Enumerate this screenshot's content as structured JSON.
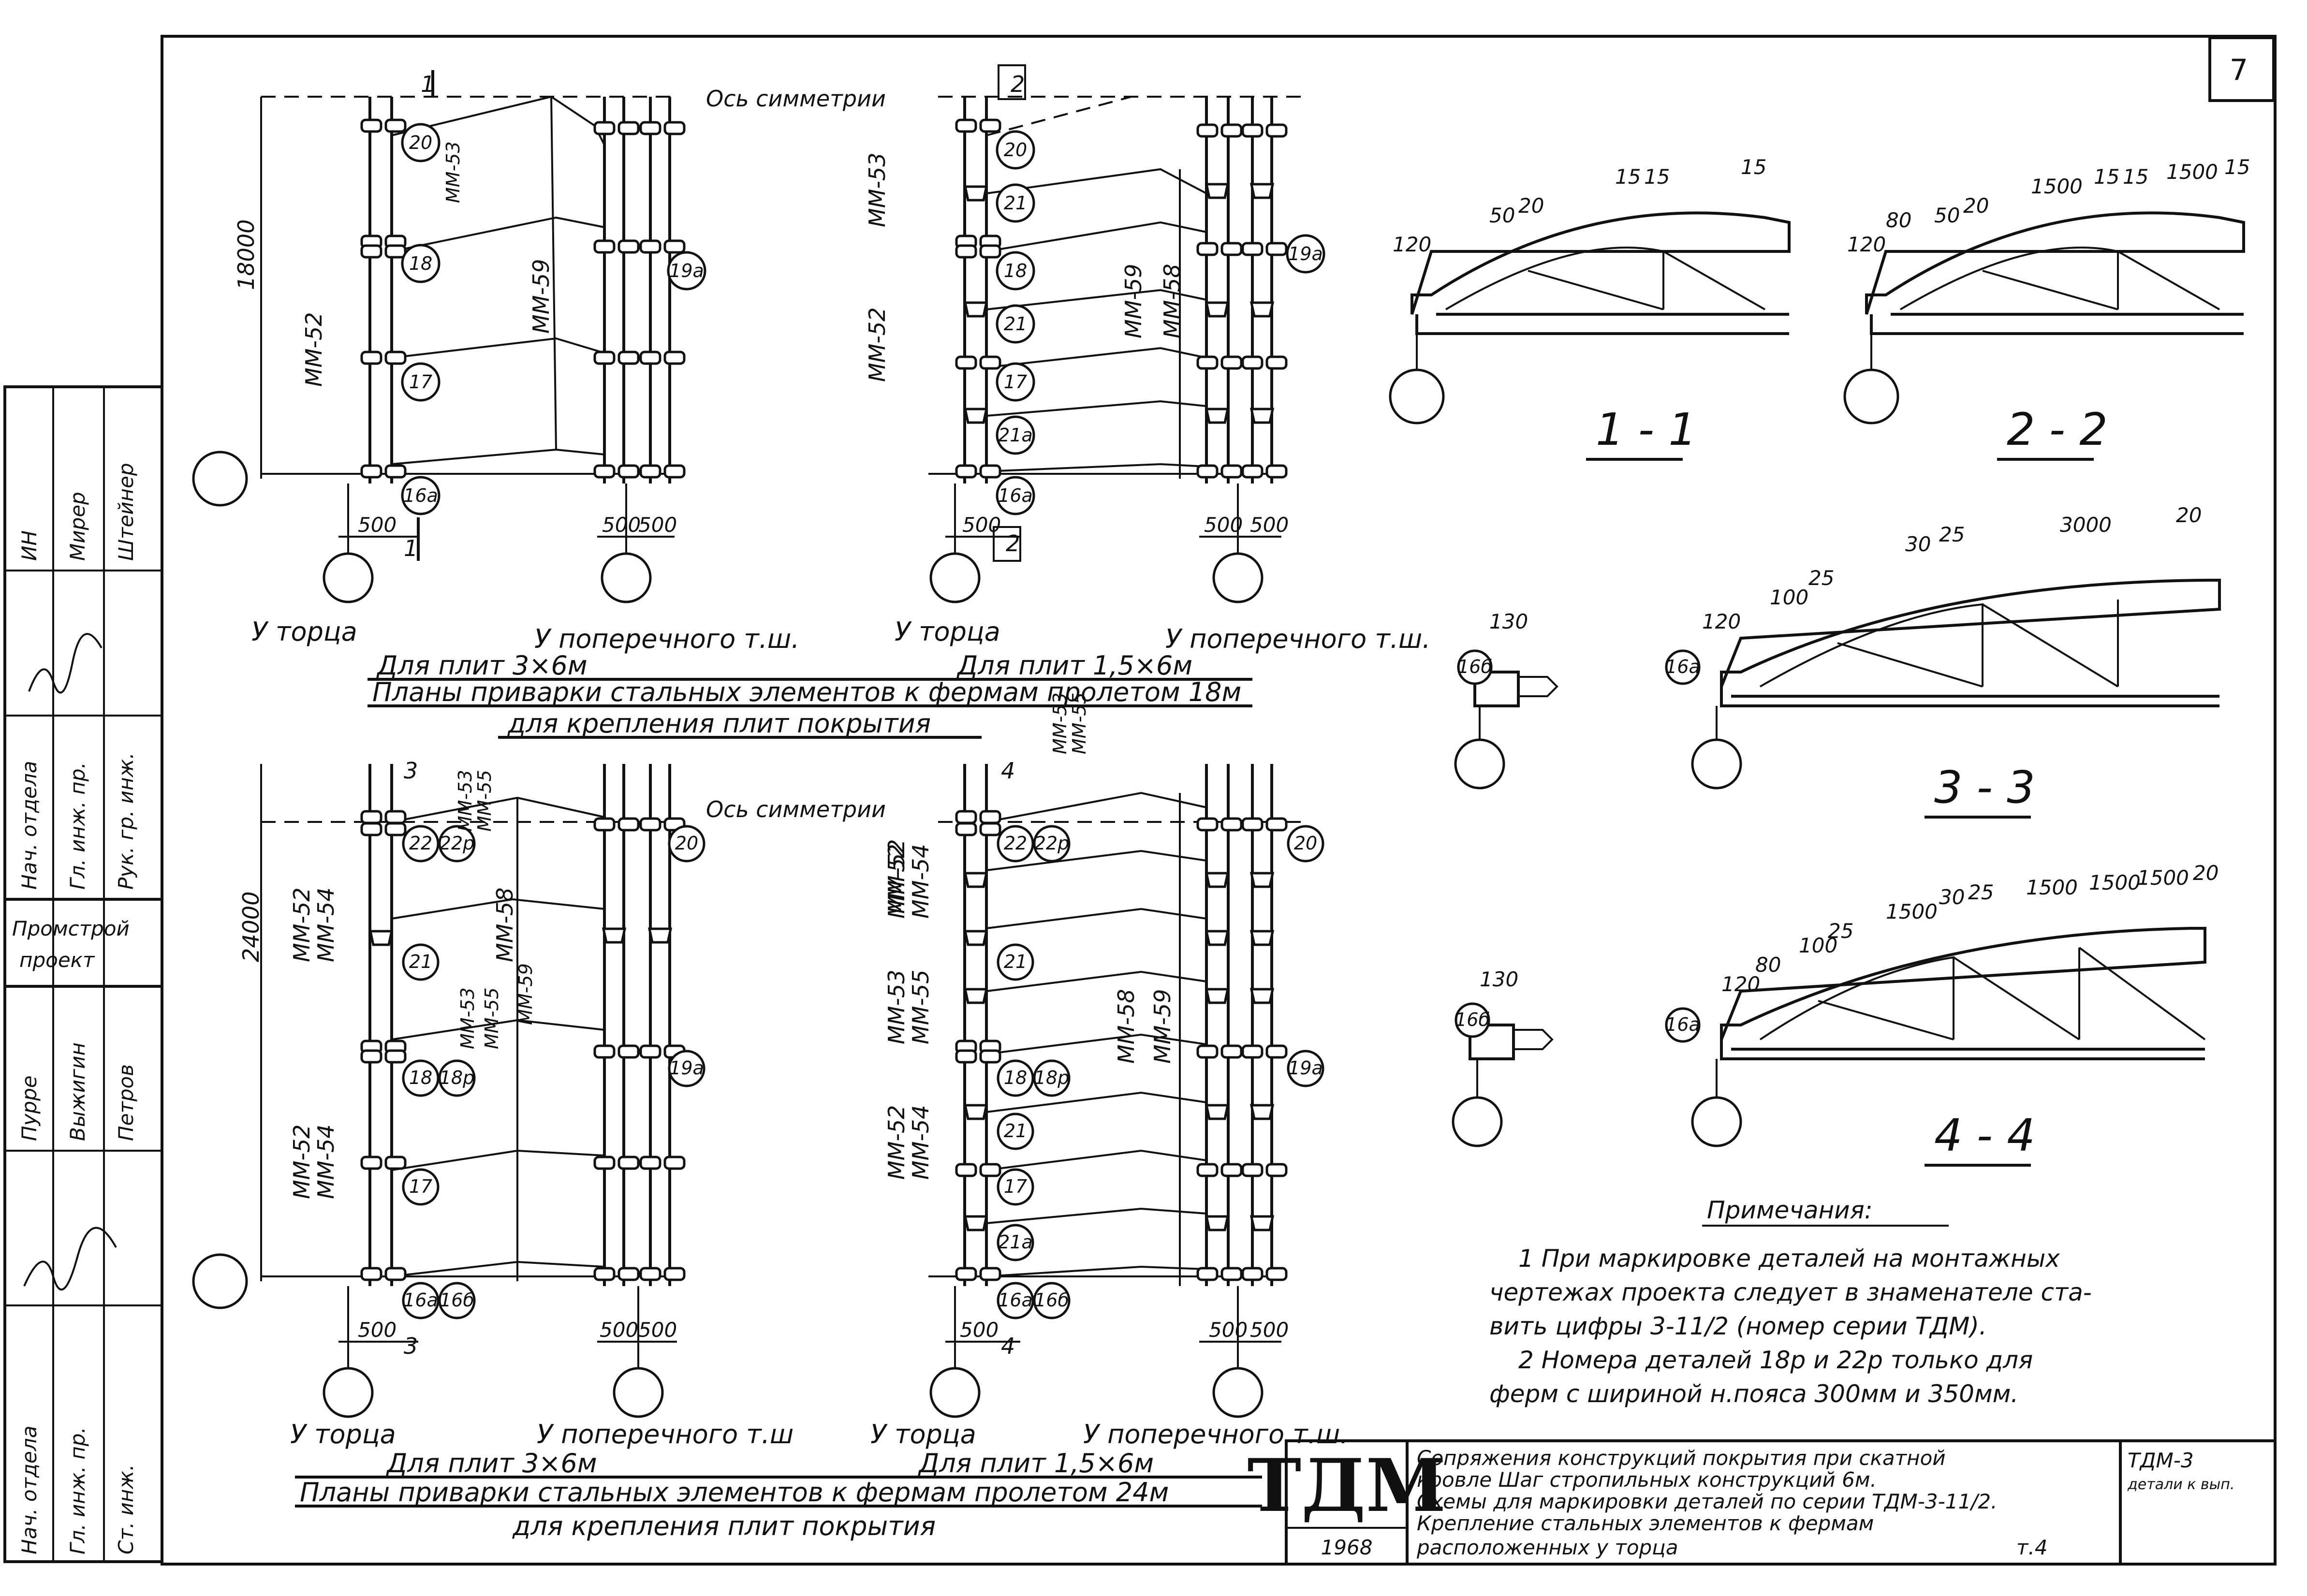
{
  "sheet_number": "7",
  "symmetry_axis": "Ось симметрии",
  "dims": {
    "d18000": "18000",
    "d24000": "24000",
    "d500": "500",
    "d500b": "500",
    "d120": "120",
    "d130": "130",
    "d50": "50",
    "d20": "20",
    "d15": "15",
    "d80": "80",
    "d1500": "1500",
    "d3000": "3000",
    "d30": "30",
    "d25": "25",
    "d100": "100"
  },
  "marks": {
    "mm52": "ММ-52",
    "mm53": "ММ-53",
    "mm54": "ММ-54",
    "mm55": "ММ-55",
    "mm58": "ММ-58",
    "mm59": "ММ-59"
  },
  "positions": {
    "p16a": "16а",
    "p16b": "16б",
    "p17": "17",
    "p18": "18",
    "p18p": "18р",
    "p19a": "19а",
    "p20": "20",
    "p21": "21",
    "p21a": "21а",
    "p22": "22",
    "p22p": "22р"
  },
  "section_cuts": {
    "s1": "1",
    "s2": "2",
    "s3": "3",
    "s4": "4"
  },
  "captions": {
    "at_end": "У торца",
    "at_transverse": "У поперечного т.ш.",
    "at_transverse_b": "У поперечного т.ш",
    "slabs_3x6": "Для плит 3×6м",
    "slabs_15x6": "Для плит 1,5×6м",
    "title_18": "Планы приварки стальных элементов к фермам пролетом 18м",
    "subtitle_18": "для крепления плит покрытия",
    "title_24": "Планы приварки стальных элементов к фермам пролетом 24м",
    "subtitle_24": "для крепления плит покрытия"
  },
  "sections": {
    "sec11": "1 - 1",
    "sec22": "2 - 2",
    "sec33": "3 - 3",
    "sec44": "4 - 4"
  },
  "notes": {
    "heading": "Примечания:",
    "line1": "1 При маркировке деталей на монтажных",
    "line2": "чертежах проекта следует в знаменателе ста-",
    "line3": "вить цифры 3-11/2 (номер серии ТДМ).",
    "line4": "2 Номера деталей 18р и 22р только для",
    "line5": "ферм с шириной н.пояса 300мм и 350мм."
  },
  "title_block": {
    "logo": "ТДМ",
    "year": "1968",
    "desc1": "Сопряжения конструкций покрытия при скатной",
    "desc2": "кровле Шаг стропильных конструкций 6м.",
    "desc3": "Схемы для маркировки деталей по серии ТДМ-3-11/2.",
    "desc4": "Крепление стальных элементов к фермам",
    "desc5": "расположенных у торца",
    "page": "т.4",
    "code1": "ТДМ-3",
    "code2": "детали к вып."
  },
  "side_stamp": {
    "r1": [
      "Нач. отдела",
      "Гл. инж. пр.",
      "Рук. гр. инж."
    ],
    "r1_names": [
      "Мирер",
      "Штейнер",
      "ИН"
    ],
    "org1": "Промстрой",
    "org2": "проект",
    "r2": [
      "Нач. отдела",
      "Гл. инж. пр.",
      "Ст. инж."
    ],
    "r2_names": [
      "Выжигин",
      "Петров",
      "Пурре"
    ]
  }
}
